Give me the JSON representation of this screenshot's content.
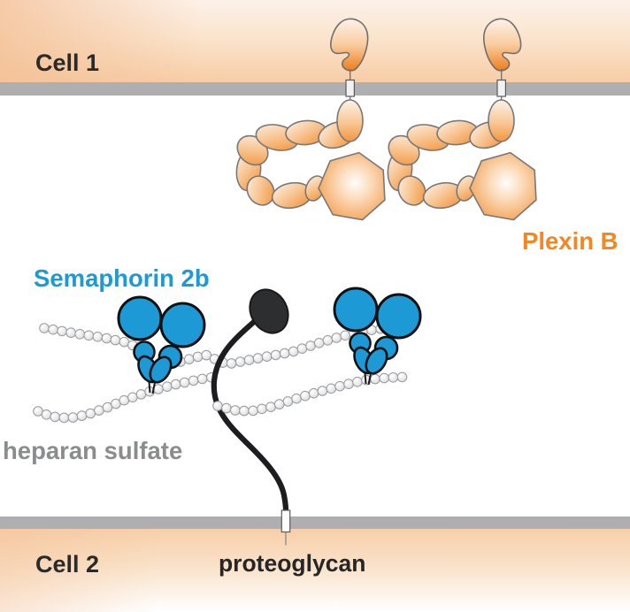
{
  "labels": {
    "cell1": "Cell 1",
    "cell2": "Cell 2",
    "plexin": "Plexin B",
    "semaphorin": "Semaphorin 2b",
    "heparan": "heparan sulfate",
    "proteoglycan": "proteoglycan"
  },
  "colors": {
    "plexin_orange_text": "#F6861F",
    "plexin_orange_fill": "#F3963F",
    "semaphorin_blue": "#1D9AD6",
    "heparan_gray_text": "#8A8C8E",
    "cell_text": "#2A2A2A",
    "proteoglycan_black": "#262626",
    "membrane_gray": "#AFAFB1",
    "band_peach": "#F7CDA6",
    "bead_fill": "#E8E9EA"
  },
  "molecules": {
    "plexin_count": 2,
    "semaphorin_count": 2,
    "heparan_chain_count": 4,
    "proteoglycan_count": 1
  }
}
